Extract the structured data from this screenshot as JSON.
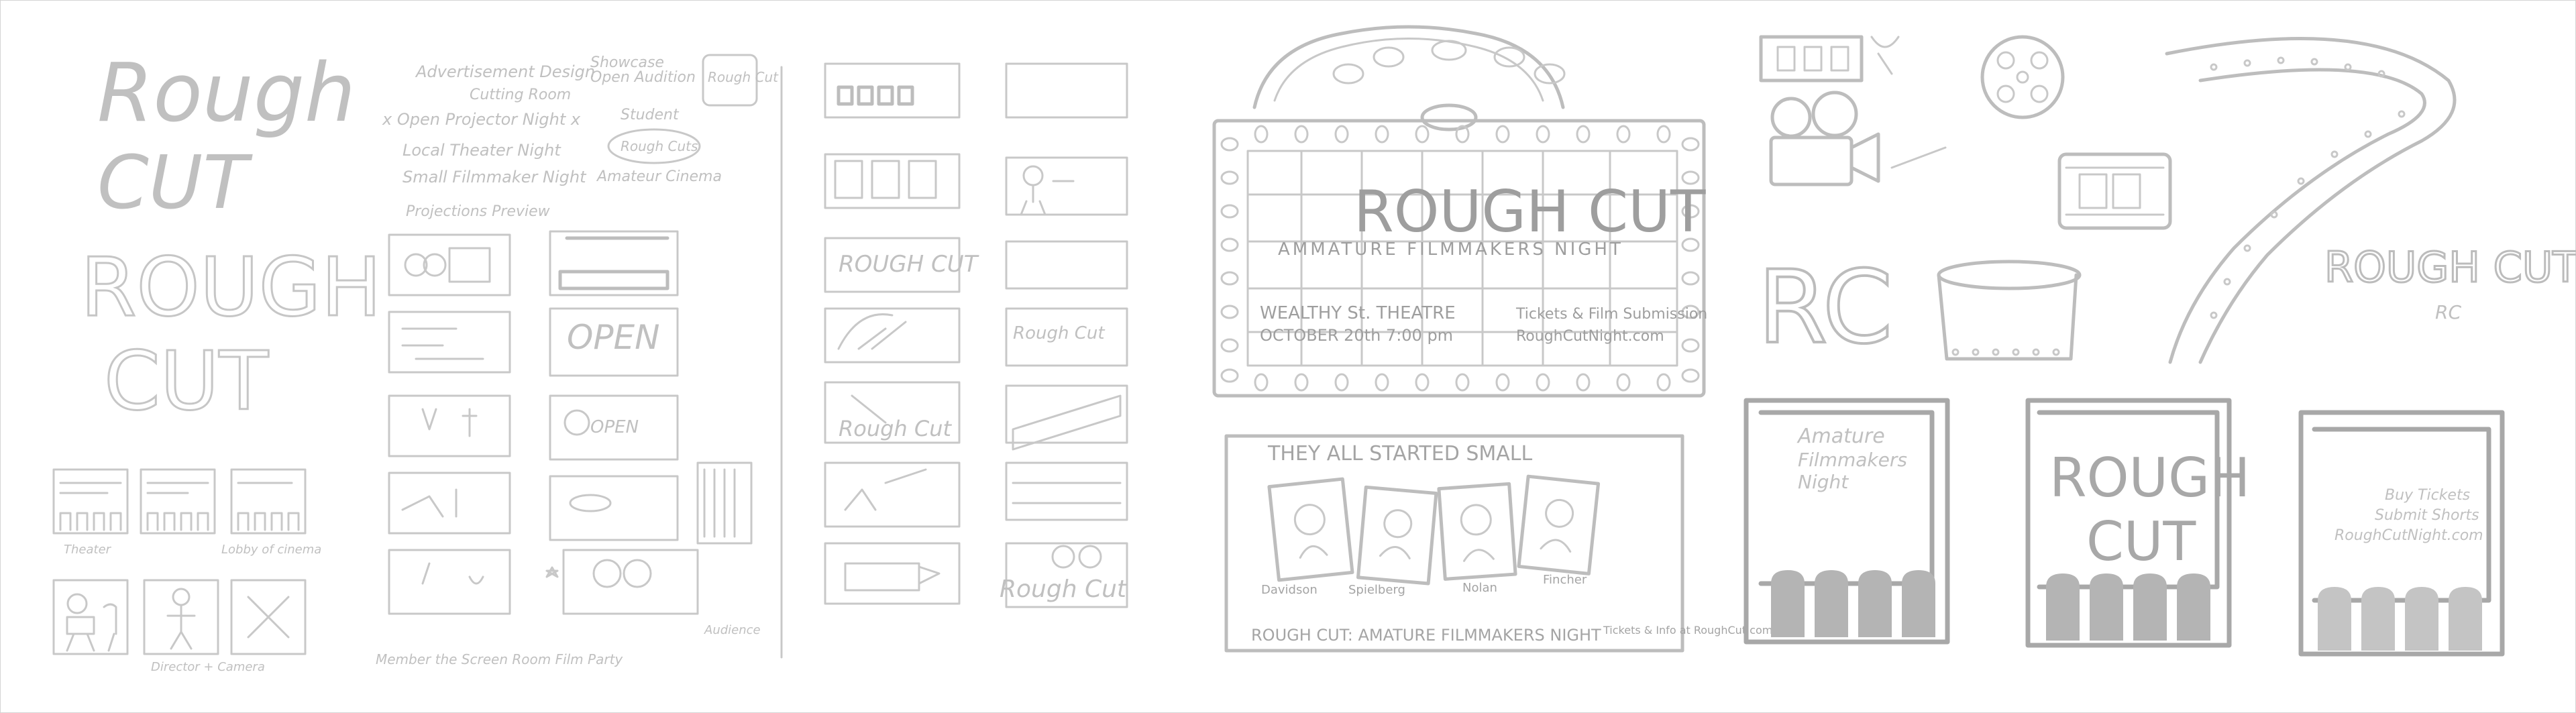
{
  "panel1": {
    "script_title_1": "Rough",
    "script_title_2": "CUT",
    "block_title_1": "ROUGH",
    "block_title_2": "CUT",
    "captions": [
      "Theater",
      "Lobby of cinema",
      "Director + Camera"
    ],
    "x_mark": "X"
  },
  "panel2": {
    "notes": [
      "Advertisement Design",
      "Showcase",
      "Open Audition",
      "Rough Cut",
      "Cutting Room",
      "x Open Projector Night x",
      "Student",
      "Local Theater Night",
      "Rough Cuts",
      "Small Filmmaker Night",
      "Amateur Cinema",
      "Projections Preview"
    ],
    "thumb_labels": [
      "OPEN",
      "OPEN",
      "Audience"
    ],
    "footer": "Member the Screen Room Film Party"
  },
  "panel3": {
    "thumb_labels": [
      "ROUGH CUT",
      "Rough Cut",
      "Rough Cut",
      "Rough Cut"
    ]
  },
  "marquee": {
    "title": "ROUGH CUT",
    "subtitle": "AMMATURE FILMMAKERS NIGHT",
    "venue": "WEALTHY St. THEATRE",
    "date": "OCTOBER 20th 7:00 pm",
    "tickets": "Tickets & Film Submission",
    "site": "RoughCutNight.com"
  },
  "small_poster": {
    "headline": "THEY ALL STARTED SMALL",
    "names": [
      "Davidson",
      "Spielberg",
      "Nolan",
      "Fincher"
    ],
    "footer": "ROUGH CUT: AMATURE FILMMAKERS NIGHT",
    "tickets": "Tickets & Info at RoughCut.com"
  },
  "logos": {
    "monogram": "RC",
    "wordmark": "ROUGH CUT",
    "tag": "RC"
  },
  "screens": [
    {
      "lines": [
        "Amature",
        "Filmmakers",
        "Night"
      ]
    },
    {
      "lines": [
        "ROUGH",
        "CUT"
      ]
    },
    {
      "lines": [
        "Buy Tickets",
        "Submit Shorts",
        "RoughCutNight.com"
      ]
    }
  ]
}
